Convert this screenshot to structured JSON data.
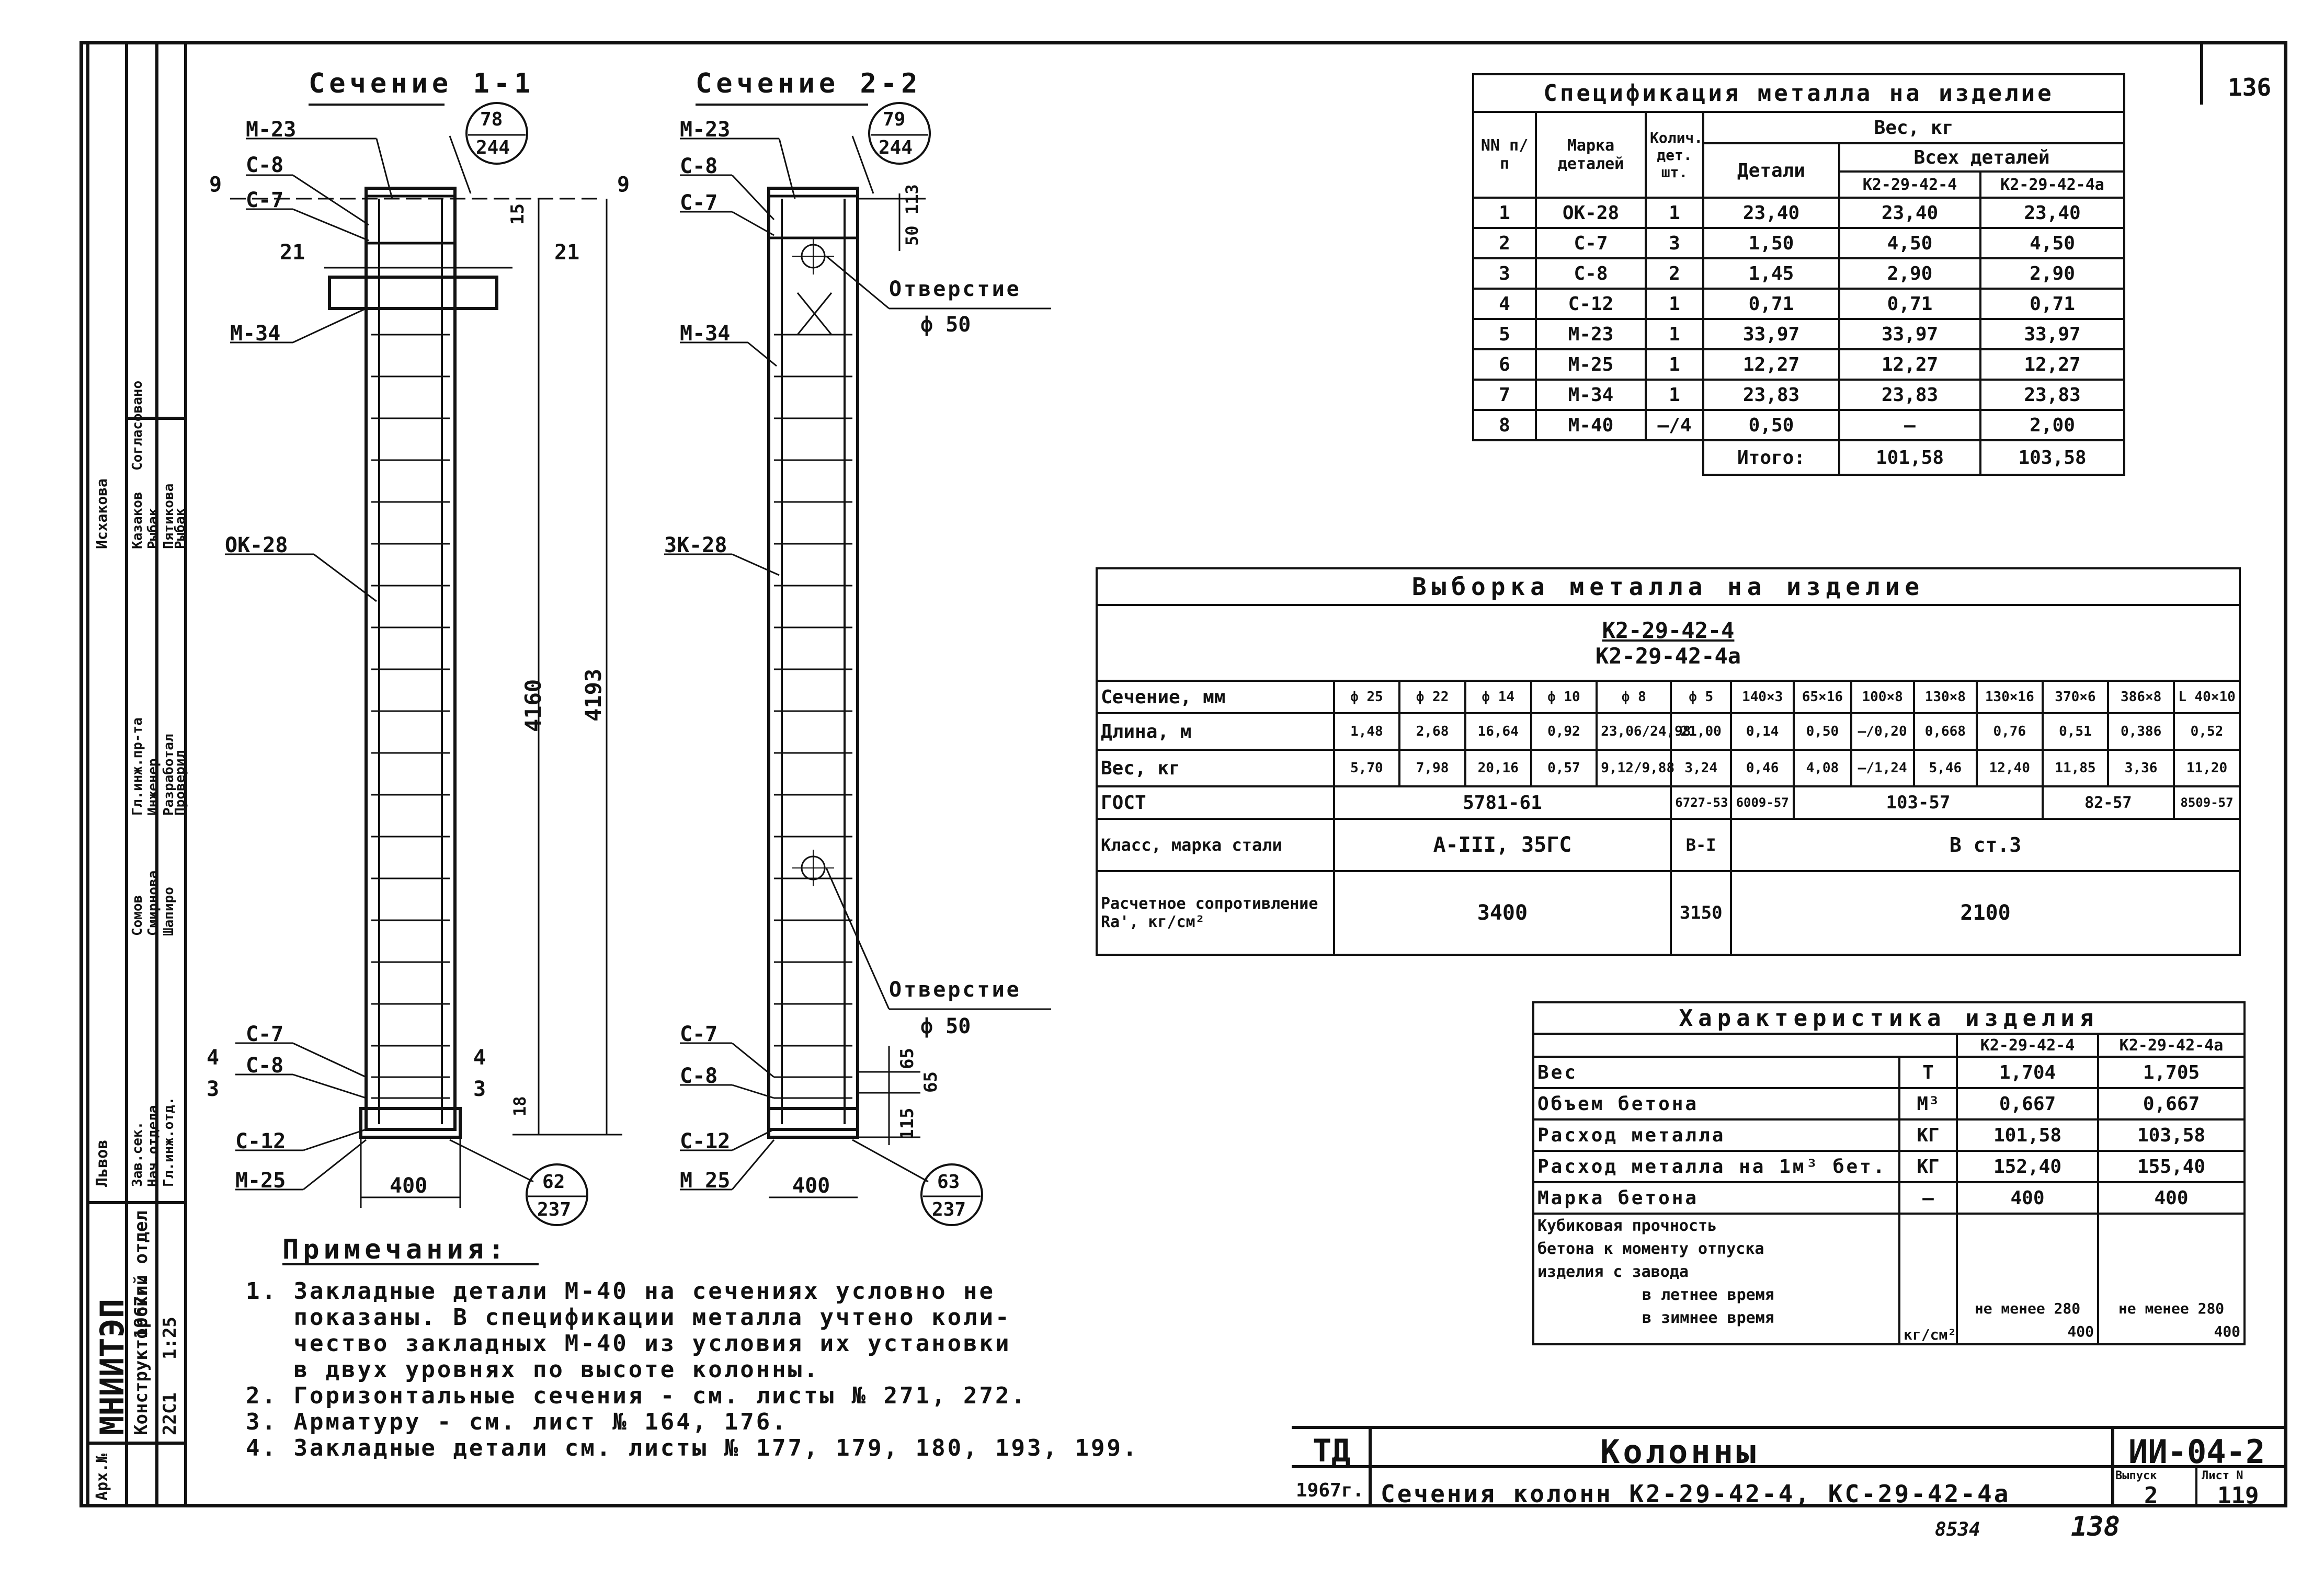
{
  "sheet_number": "136",
  "drawing_code": "ИИ-04-2",
  "bottom_handwritten": "8534",
  "bottom_handwritten_page": "138",
  "sections": {
    "s11": {
      "title": "Сечение 1-1",
      "labels": {
        "m23": "М-23",
        "c8": "С-8",
        "c7": "С-7",
        "m34": "М-34",
        "ok28": "ОК-28",
        "c12": "С-12",
        "m25": "М-25"
      },
      "marks": {
        "nine_left": "9",
        "nine_right": "9",
        "twentyone_left": "21",
        "twentyone_right": "21",
        "four": "4",
        "three": "3"
      },
      "dims": {
        "d15": "15",
        "d4160": "4160",
        "d4193": "4193",
        "d18": "18",
        "d400": "400"
      },
      "circle_top": {
        "num": "78",
        "den": "244"
      },
      "circle_bottom": {
        "num": "62",
        "den": "237"
      }
    },
    "s22": {
      "title": "Сечение 2-2",
      "labels": {
        "m23": "М-23",
        "c8": "С-8",
        "c7": "С-7",
        "m34": "М-34",
        "ok28": "ЗК-28",
        "c7b": "С-7",
        "c8b": "С-8",
        "c12": "С-12",
        "m25": "М 25"
      },
      "dims": {
        "d50": "50",
        "d113": "113",
        "d65a": "65",
        "d65b": "65",
        "d115": "115",
        "d400": "400"
      },
      "hole_label": "Отверстие",
      "hole_dia": "ф 50",
      "circle_top": {
        "num": "79",
        "den": "244"
      },
      "circle_bottom": {
        "num": "63",
        "den": "237"
      }
    }
  },
  "spec_table": {
    "title": "Спецификация металла на изделие",
    "headers": {
      "nn": "NN п/п",
      "mark": "Марка деталей",
      "qty": "Колич. дет. шт.",
      "weight": "Вес, кг",
      "detail": "Детали",
      "all": "Всех деталей",
      "v1": "К2-29-42-4",
      "v2": "К2-29-42-4а"
    },
    "rows": [
      {
        "n": "1",
        "mark": "ОК-28",
        "qty": "1",
        "det": "23,40",
        "v1": "23,40",
        "v2": "23,40"
      },
      {
        "n": "2",
        "mark": "С-7",
        "qty": "3",
        "det": "1,50",
        "v1": "4,50",
        "v2": "4,50"
      },
      {
        "n": "3",
        "mark": "С-8",
        "qty": "2",
        "det": "1,45",
        "v1": "2,90",
        "v2": "2,90"
      },
      {
        "n": "4",
        "mark": "С-12",
        "qty": "1",
        "det": "0,71",
        "v1": "0,71",
        "v2": "0,71"
      },
      {
        "n": "5",
        "mark": "М-23",
        "qty": "1",
        "det": "33,97",
        "v1": "33,97",
        "v2": "33,97"
      },
      {
        "n": "6",
        "mark": "М-25",
        "qty": "1",
        "det": "12,27",
        "v1": "12,27",
        "v2": "12,27"
      },
      {
        "n": "7",
        "mark": "М-34",
        "qty": "1",
        "det": "23,83",
        "v1": "23,83",
        "v2": "23,83"
      },
      {
        "n": "8",
        "mark": "М-40",
        "qty": "—/4",
        "det": "0,50",
        "v1": "—",
        "v2": "2,00"
      }
    ],
    "total_label": "Итого:",
    "total_v1": "101,58",
    "total_v2": "103,58"
  },
  "sample_table": {
    "title": "Выборка металла на изделие",
    "variant_top": "К2-29-42-4",
    "variant_bottom": "К2-29-42-4а",
    "row_labels": {
      "section": "Сечение, мм",
      "length": "Длина, м",
      "weight": "Вес, кг",
      "gost": "ГОСТ",
      "class": "Класс, марка стали",
      "resist": "Расчетное сопротивление Ra', кг/см²"
    },
    "cols": [
      "ф 25",
      "ф 22",
      "ф 14",
      "ф 10",
      "ф 8",
      "ф 5",
      "140×3",
      "65×16",
      "100×8",
      "130×8",
      "130×16",
      "370×6",
      "386×8",
      "L 40×10"
    ],
    "lengths": [
      "1,48",
      "2,68",
      "16,64",
      "0,92",
      "23,06/24,98",
      "21,00",
      "0,14",
      "0,50",
      "—/0,20",
      "0,668",
      "0,76",
      "0,51",
      "0,386",
      "0,52"
    ],
    "weights": [
      "5,70",
      "7,98",
      "20,16",
      "0,57",
      "9,12/9,88",
      "3,24",
      "0,46",
      "4,08",
      "—/1,24",
      "5,46",
      "12,40",
      "11,85",
      "3,36",
      "11,20"
    ],
    "gost_a": "5781-61",
    "gost_b": "6727-53",
    "gost_c": "6009-57",
    "gost_d": "103-57",
    "gost_e": "82-57",
    "gost_f": "8509-57",
    "class_a": "А-III, 35ГС",
    "class_b": "В-I",
    "class_c": "В ст.3",
    "resist_a": "3400",
    "resist_b": "3150",
    "resist_c": "2100"
  },
  "char_table": {
    "title": "Характеристика изделия",
    "v1": "К2-29-42-4",
    "v2": "К2-29-42-4а",
    "rows": [
      {
        "label": "Вес",
        "unit": "Т",
        "v1": "1,704",
        "v2": "1,705"
      },
      {
        "label": "Объем бетона",
        "unit": "М³",
        "v1": "0,667",
        "v2": "0,667"
      },
      {
        "label": "Расход металла",
        "unit": "КГ",
        "v1": "101,58",
        "v2": "103,58"
      },
      {
        "label": "Расход металла на 1м³ бет.",
        "unit": "КГ",
        "v1": "152,40",
        "v2": "155,40"
      },
      {
        "label": "Марка бетона",
        "unit": "—",
        "v1": "400",
        "v2": "400"
      }
    ],
    "cube_lines": [
      "Кубиковая прочность",
      "бетона к моменту отпуска",
      "изделия с завода",
      "в летнее время",
      "в зимнее время"
    ],
    "cube_unit": "кг/см²",
    "cube_summer": "не менее 280",
    "cube_winter": "400"
  },
  "notes": {
    "title": "Примечания:",
    "lines": [
      "1. Закладные детали М-40 на сечениях условно не",
      "   показаны. В спецификации металла учтено коли-",
      "   чество закладных М-40 из условия их установки",
      "   в двух уровнях по высоте колонны.",
      "2. Горизонтальные сечения - см. листы № 271, 272.",
      "3. Арматуру - см. лист № 164, 176.",
      "4. Закладные детали см. листы № 177, 179, 180, 193, 199."
    ]
  },
  "title_block": {
    "td": "ТД",
    "year": "1967г.",
    "name": "Колонны",
    "subtitle": "Сечения колонн К2-29-42-4, КС-29-42-4а",
    "vyp_label": "Выпуск",
    "list_label": "Лист N",
    "vyp": "2",
    "list": "119"
  },
  "side_block": {
    "org": "МНИИТЭП",
    "dept": "Конструкторский отдел",
    "scale": "1:25",
    "code1": "22С1",
    "code2": "1967г.",
    "sogl": "Согласовано",
    "names": [
      "Исхакова",
      "Казаков",
      "Рыбак",
      "Пятикова",
      "Рыбак"
    ],
    "roles": [
      "Гл.инж.пр-та",
      "Инженер",
      "Разработал",
      "Проверил"
    ],
    "persons2": [
      "Сомов",
      "Смирнова",
      "Шапиро"
    ],
    "roles2": [
      "Зав.сек.",
      "Нач.отдела",
      "Гл.инж.отд."
    ],
    "lvov": "Львов",
    "doc": "Арх.№"
  }
}
